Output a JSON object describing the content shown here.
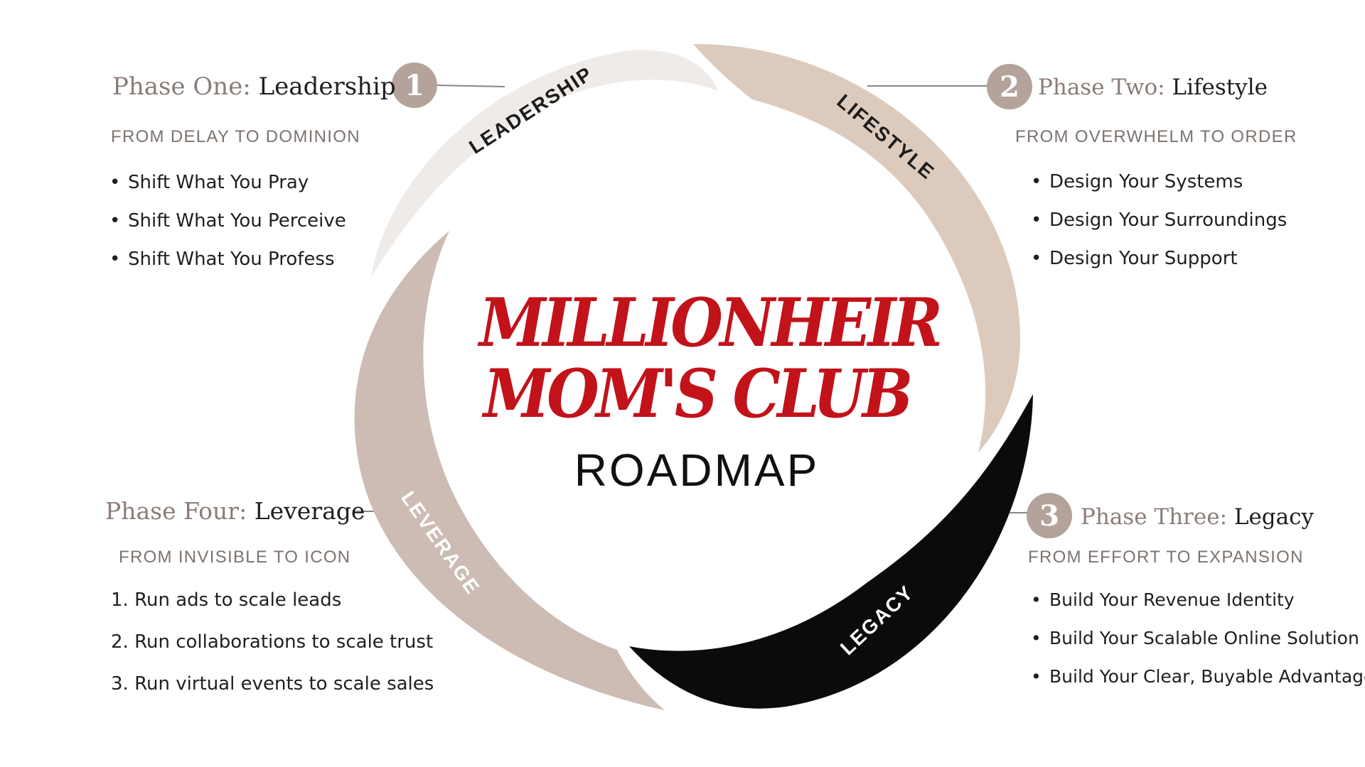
{
  "center": {
    "title_line1": "MILLIONHEIR",
    "title_line2": "MOM'S CLUB",
    "subtitle": "ROADMAP"
  },
  "colors": {
    "phase1_arc": "#efebe8",
    "phase2_arc": "#dccbbd",
    "phase3_arc": "#0b0b0b",
    "phase4_arc": "#ccbcb3",
    "badge": "#b3a39b",
    "title_red": "#c2121a"
  },
  "phases": [
    {
      "number": "1",
      "prefix": "Phase One:",
      "name": "Leadership",
      "arc_label": "LEADERSHIP",
      "subtitle": "FROM DELAY TO DOMINION",
      "items": [
        "Shift What You Pray",
        "Shift What You Perceive",
        "Shift What You Profess"
      ]
    },
    {
      "number": "2",
      "prefix": "Phase Two:",
      "name": "Lifestyle",
      "arc_label": "LIFESTYLE",
      "subtitle": "FROM OVERWHELM TO ORDER",
      "items": [
        "Design Your Systems",
        "Design Your Surroundings",
        "Design Your Support"
      ]
    },
    {
      "number": "3",
      "prefix": "Phase Three:",
      "name": "Legacy",
      "arc_label": "LEGACY",
      "subtitle": "FROM EFFORT TO EXPANSION",
      "items": [
        "Build Your Revenue Identity",
        "Build Your Scalable Online Solution",
        "Build Your Clear, Buyable Advantage"
      ]
    },
    {
      "prefix": "Phase Four:",
      "name": "Leverage",
      "arc_label": "LEVERAGE",
      "subtitle": "FROM INVISIBLE TO ICON",
      "items": [
        "Run ads to scale leads",
        "Run collaborations to scale trust",
        "Run virtual events to scale sales"
      ],
      "item_numbers": [
        "1.",
        "2.",
        "3."
      ]
    }
  ]
}
